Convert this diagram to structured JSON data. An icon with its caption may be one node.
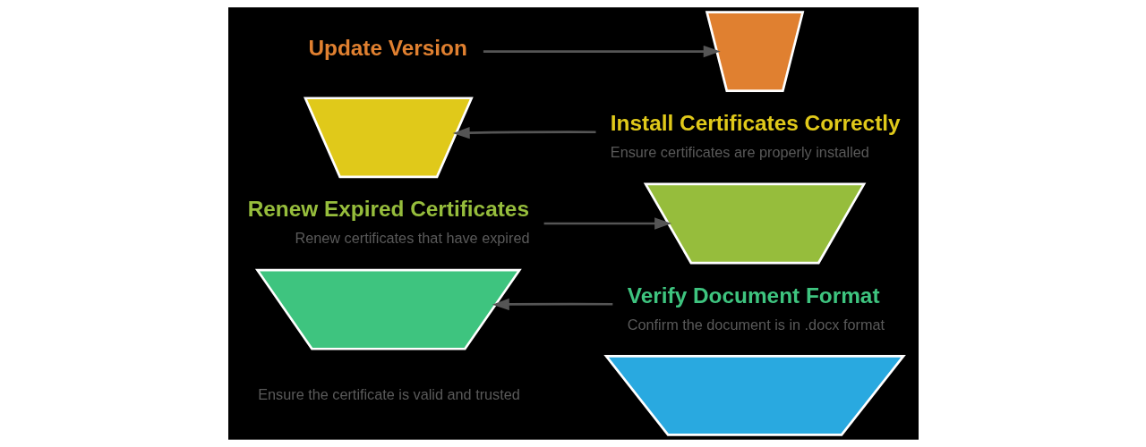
{
  "diagram": {
    "nodes": [
      {
        "text": [],
        "shape": "trapezoid"
      },
      {
        "text": [
          "Verify Document Format",
          "Confirm the document is in .docx format"
        ]
      },
      {
        "text": [],
        "shape": "trapezoid"
      },
      {
        "text": [
          "Renew Expired Certificates",
          "Renew certificates that have expired"
        ]
      },
      {
        "text": [],
        "shape": "trapezoid"
      },
      {
        "text": [
          "Install Certificates Correctly",
          "Ensure certificates are properly installed"
        ]
      },
      {
        "text": [],
        "shape": "trapezoid"
      },
      {
        "text": [
          "Update Version"
        ]
      },
      {
        "text": [],
        "shape": "trapezoid"
      }
    ],
    "edges": [
      {
        "from": 1,
        "to": 2,
        "arrow": "to"
      },
      {
        "from": 3,
        "to": 4,
        "arrow": "to"
      },
      {
        "from": 5,
        "to": 6,
        "arrow": "to"
      },
      {
        "from": 7,
        "to": 8,
        "arrow": "to"
      }
    ],
    "labels": [
      "Ensure the certificate is valid and trusted"
    ]
  }
}
